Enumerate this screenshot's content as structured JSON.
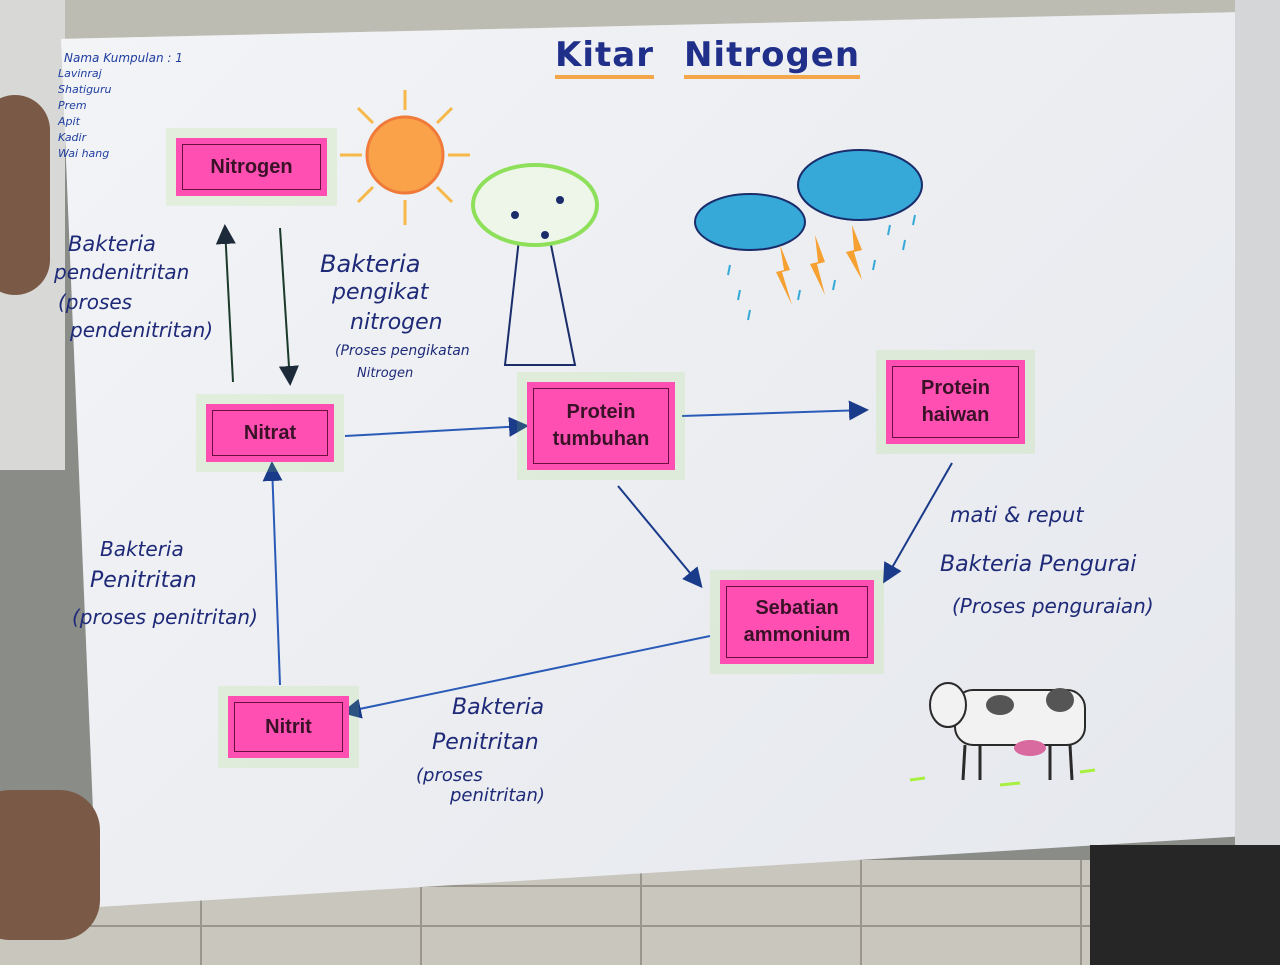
{
  "poster": {
    "title_words": [
      "Kitar",
      "Nitrogen"
    ],
    "group": {
      "heading": "Nama Kumpulan : 1",
      "members": [
        "Lavinraj",
        "Shatiguru",
        "Prem",
        "Apit",
        "Kadir",
        "Wai hang"
      ]
    },
    "boxes": {
      "nitrogen": "Nitrogen",
      "nitrat": "Nitrat",
      "nitrit": "Nitrit",
      "protein_tumbuhan": [
        "Protein",
        "tumbuhan"
      ],
      "protein_haiwan": [
        "Protein",
        "haiwan"
      ],
      "sebatian_ammonium": [
        "Sebatian",
        "ammonium"
      ]
    },
    "labels": {
      "denitrification": [
        "Bakteria",
        "pendenitritan",
        "(proses",
        "pendenitritan)"
      ],
      "fixation": [
        "Bakteria",
        "pengikat",
        "nitrogen",
        "(Proses pengikatan",
        "Nitrogen"
      ],
      "nitrification_left": [
        "Bakteria",
        "Penitritan",
        "(proses penitritan)"
      ],
      "nitrification_bottom": [
        "Bakteria",
        "Penitritan",
        "(proses",
        "penitritan)"
      ],
      "decomposition": [
        "mati & reput",
        "Bakteria Pengurai",
        "(Proses penguraian)"
      ]
    },
    "drawings": [
      "sun-drawing",
      "tree-drawing",
      "rain-cloud-drawing",
      "cow-drawing"
    ],
    "colors": {
      "box_fill": "#ff4fb2",
      "ink_blue": "#1e2a78",
      "arrow_blue": "#2a5bb8",
      "highlight_green": "#b8f060",
      "sun_orange": "#f79a3a",
      "cloud_blue": "#36a9d8"
    }
  }
}
